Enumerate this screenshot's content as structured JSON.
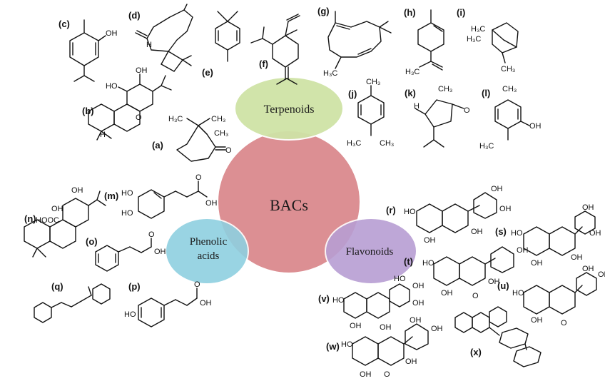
{
  "center": {
    "label": "BACs",
    "color": "#dc8f93"
  },
  "groups": [
    {
      "id": "terpenoids",
      "label": "Terpenoids",
      "color": "#cfe3a6"
    },
    {
      "id": "phenolic",
      "label_line1": "Phenolic",
      "label_line2": "acids",
      "color": "#8fd0e0"
    },
    {
      "id": "flavonoids",
      "label": "Flavonoids",
      "color": "#b89ed3"
    }
  ],
  "compound_labels": [
    "(a)",
    "(b)",
    "(c)",
    "(d)",
    "(e)",
    "(f)",
    "(g)",
    "(h)",
    "(i)",
    "(j)",
    "(k)",
    "(l)",
    "(m)",
    "(n)",
    "(o)",
    "(p)",
    "(q)",
    "(r)",
    "(s)",
    "(t)",
    "(u)",
    "(v)",
    "(w)",
    "(x)"
  ],
  "atoms": {
    "OH": "OH",
    "HO": "HO",
    "O": "O",
    "H": "H",
    "H3C": "H₃C",
    "CH3": "CH₃",
    "HOOC": "HOOC"
  }
}
